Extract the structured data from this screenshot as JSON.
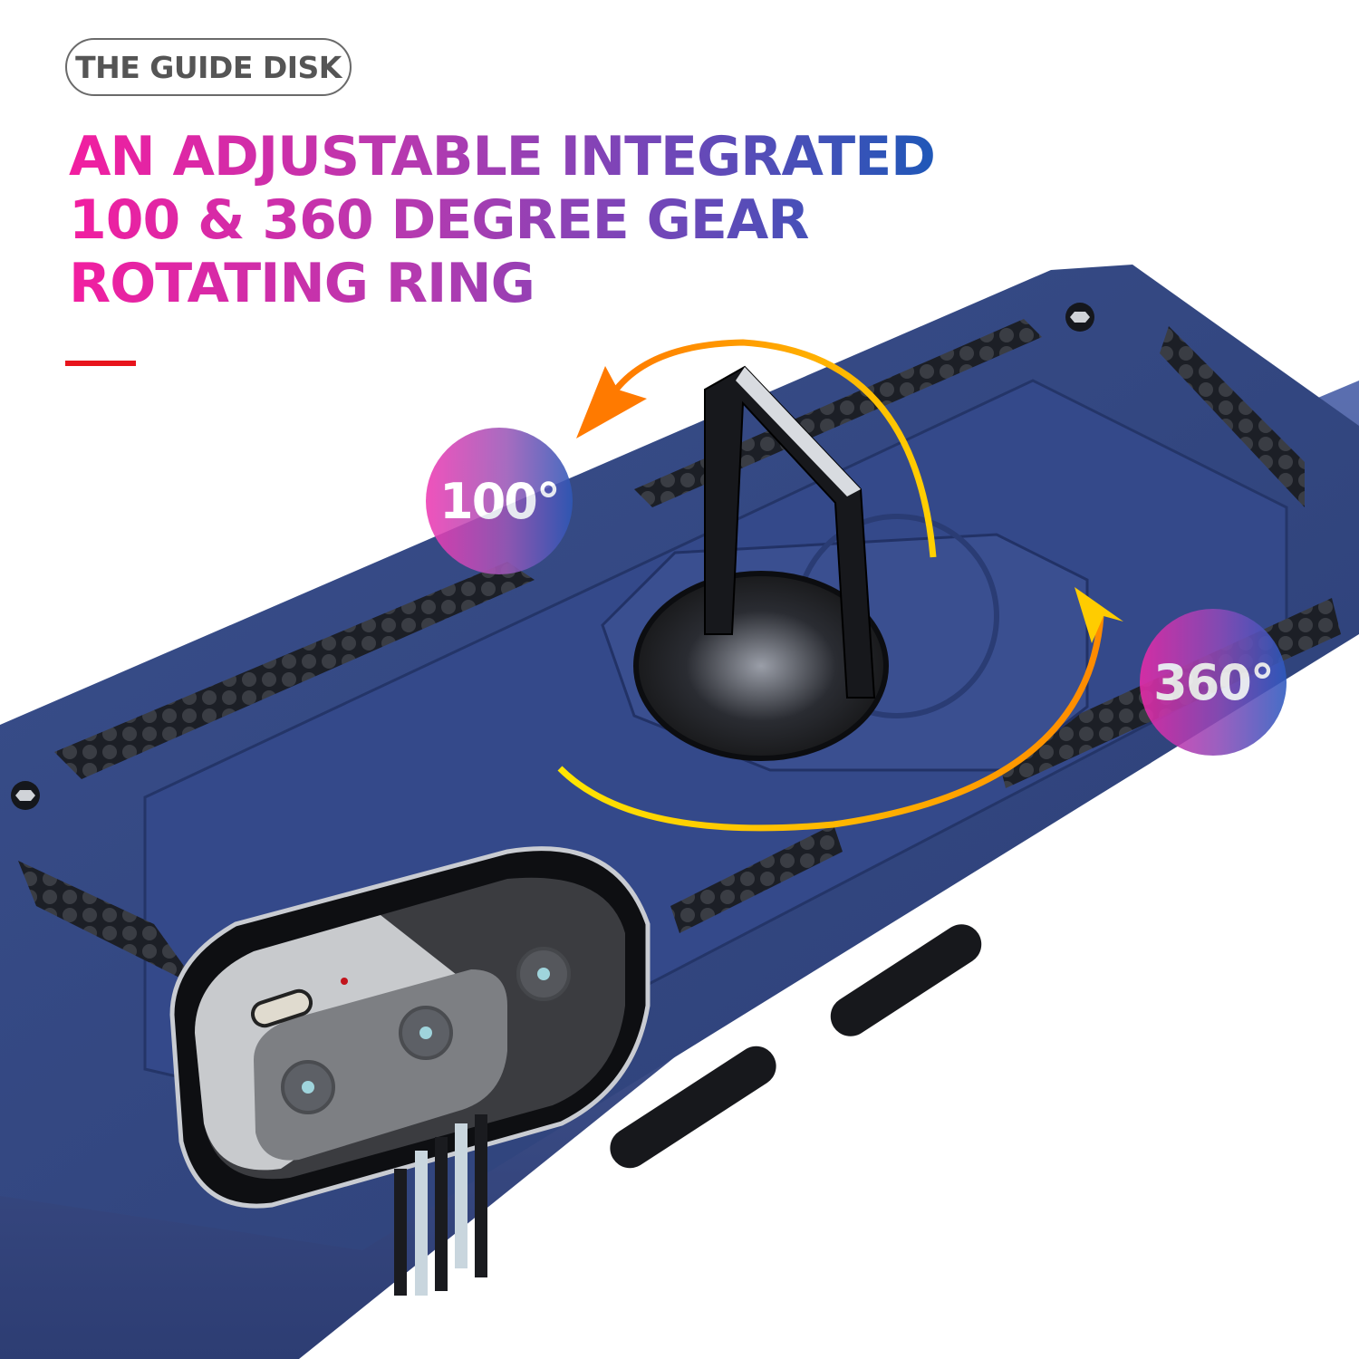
{
  "badge_label": "THE GUIDE DISK",
  "headline": {
    "line1": "AN ADJUSTABLE INTEGRATED",
    "line2": "100 & 360 DEGREE GEAR",
    "line3": "ROTATING RING"
  },
  "callouts": {
    "tilt": "100°",
    "rotate": "360°"
  },
  "colors": {
    "gradient_start": "#f21ea0",
    "gradient_end": "#1e58b8",
    "accent_bar": "#e8141c",
    "case_blue": "#33477f",
    "arrow_orange": "#ff8a00",
    "arrow_yellow": "#ffd400"
  }
}
